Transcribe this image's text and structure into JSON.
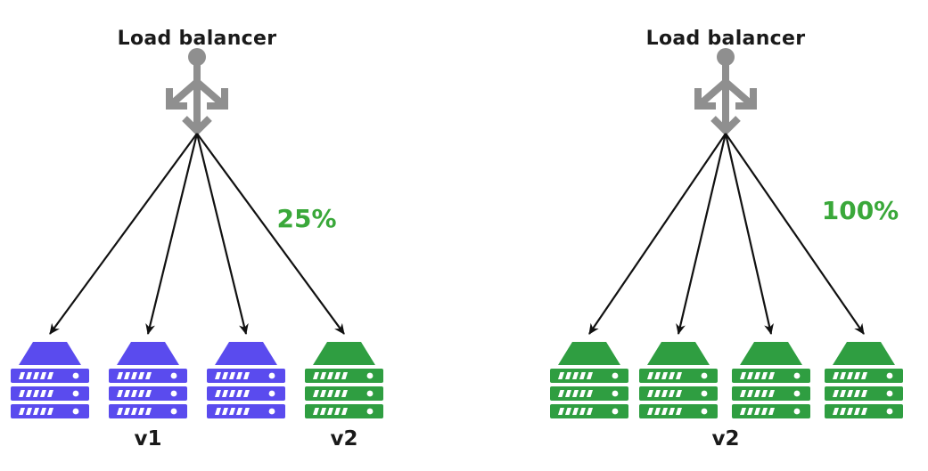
{
  "colors": {
    "v1": "#5a4bee",
    "v2": "#2f9e41",
    "balancer": "#8f8f8f",
    "arrow": "#111111",
    "percent": "#3aa83a"
  },
  "icons": {
    "load_balancer": "split-arrows-icon",
    "server": "server-rack-icon"
  },
  "panels": [
    {
      "title": "Load balancer",
      "percent_label": "25%",
      "servers": [
        "v1",
        "v1",
        "v1",
        "v2"
      ],
      "group_labels": [
        "v1",
        "v2"
      ]
    },
    {
      "title": "Load balancer",
      "percent_label": "100%",
      "servers": [
        "v2",
        "v2",
        "v2",
        "v2"
      ],
      "group_labels": [
        "v2"
      ]
    }
  ]
}
